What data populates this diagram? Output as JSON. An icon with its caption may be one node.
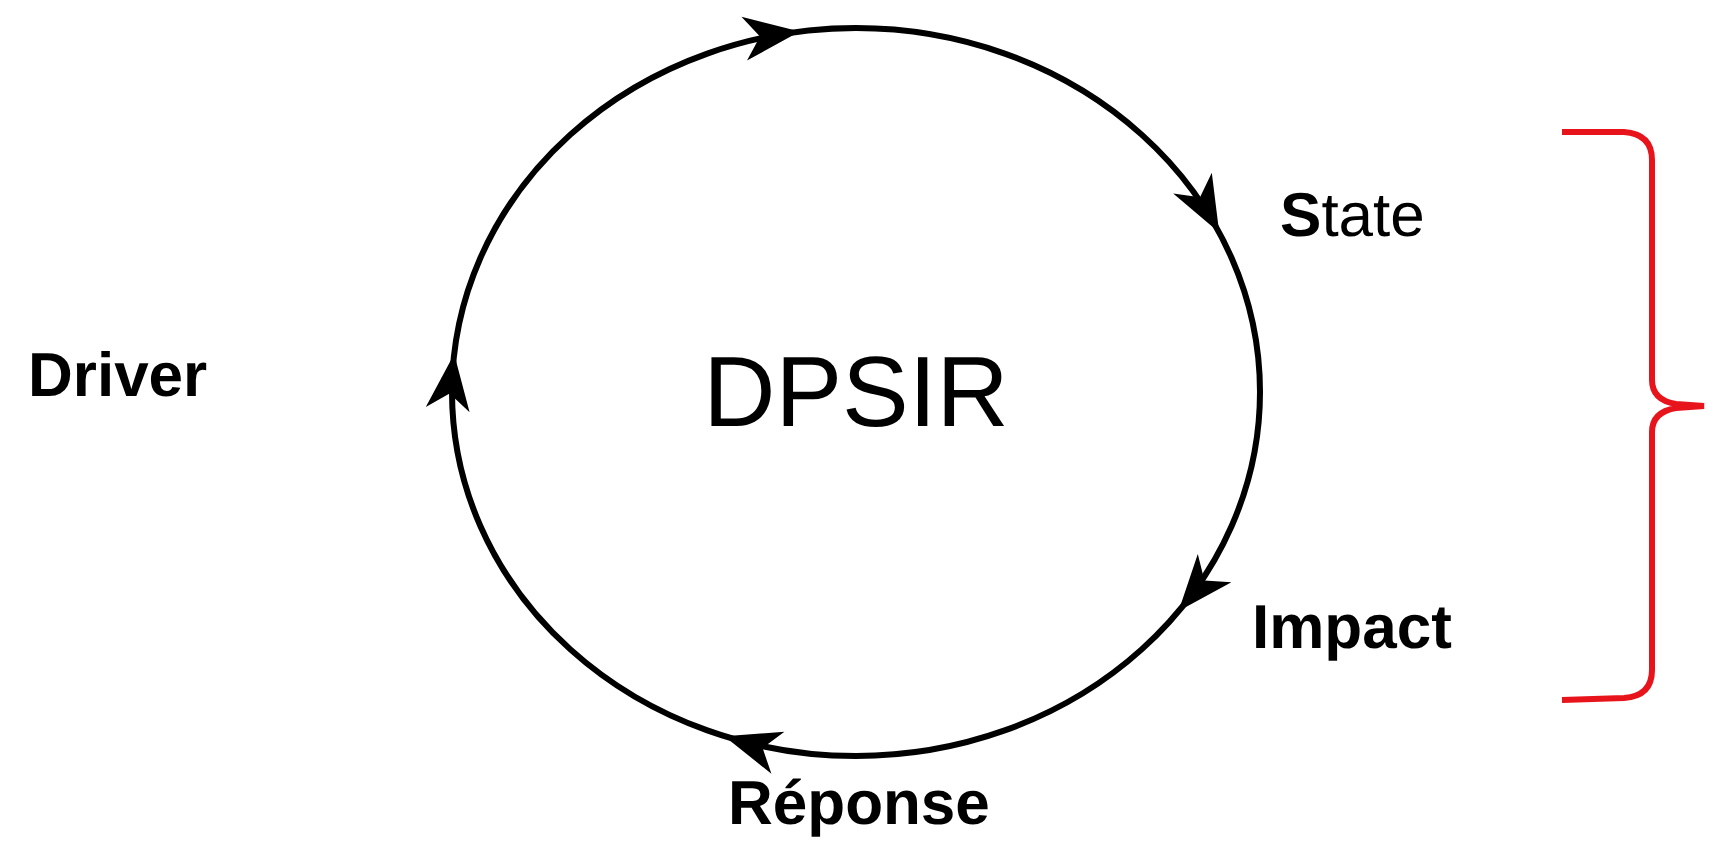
{
  "diagram": {
    "nodes": [
      {
        "text": [
          "DPSIR"
        ]
      }
    ],
    "labels": [
      "Driver",
      "**S**tate",
      "Impact",
      "Réponse"
    ]
  }
}
